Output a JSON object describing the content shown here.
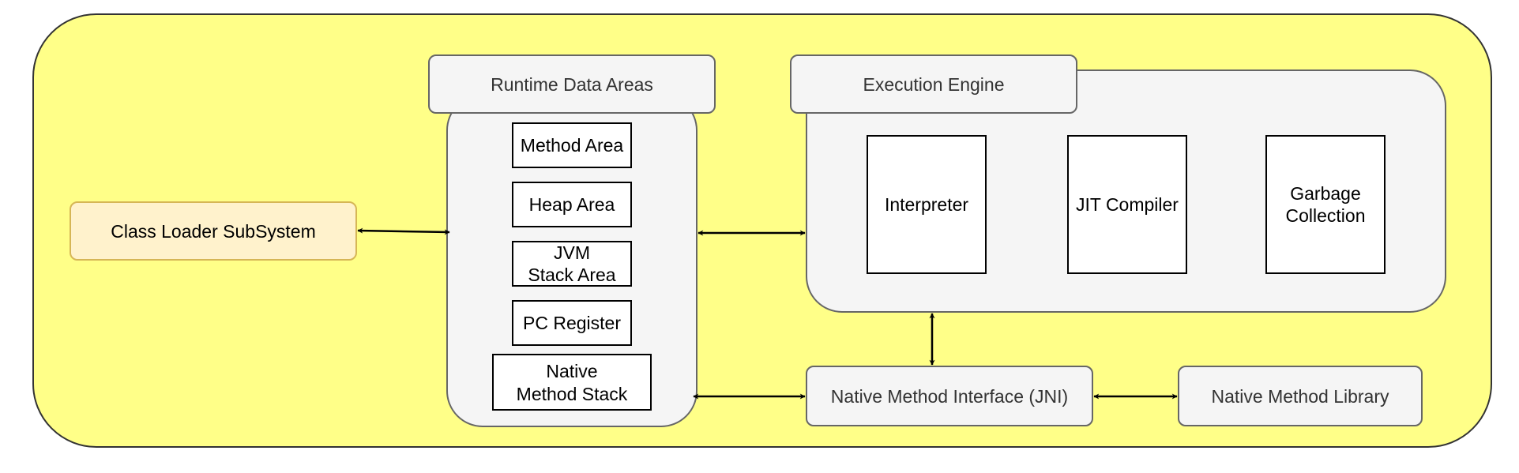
{
  "colors": {
    "background_panel": "#ffff88",
    "class_loader_fill": "#fff2cc",
    "class_loader_border": "#d6b656",
    "group_fill": "#f5f5f5",
    "group_border": "#666666",
    "component_fill": "#ffffff",
    "component_border": "#000000"
  },
  "class_loader": {
    "label": "Class Loader SubSystem"
  },
  "runtime_data_areas": {
    "title": "Runtime Data Areas",
    "method_area": "Method Area",
    "heap_area": "Heap Area",
    "jvm_stack_line1": "JVM",
    "jvm_stack_line2": "Stack Area",
    "pc_register": "PC Register",
    "native_stack_line1": "Native",
    "native_stack_line2": "Method Stack"
  },
  "execution_engine": {
    "title": "Execution Engine",
    "interpreter": "Interpreter",
    "jit_compiler": "JIT Compiler",
    "gc_line1": "Garbage",
    "gc_line2": "Collection"
  },
  "jni": {
    "label": "Native Method Interface (JNI)"
  },
  "native_library": {
    "label": "Native Method Library"
  }
}
